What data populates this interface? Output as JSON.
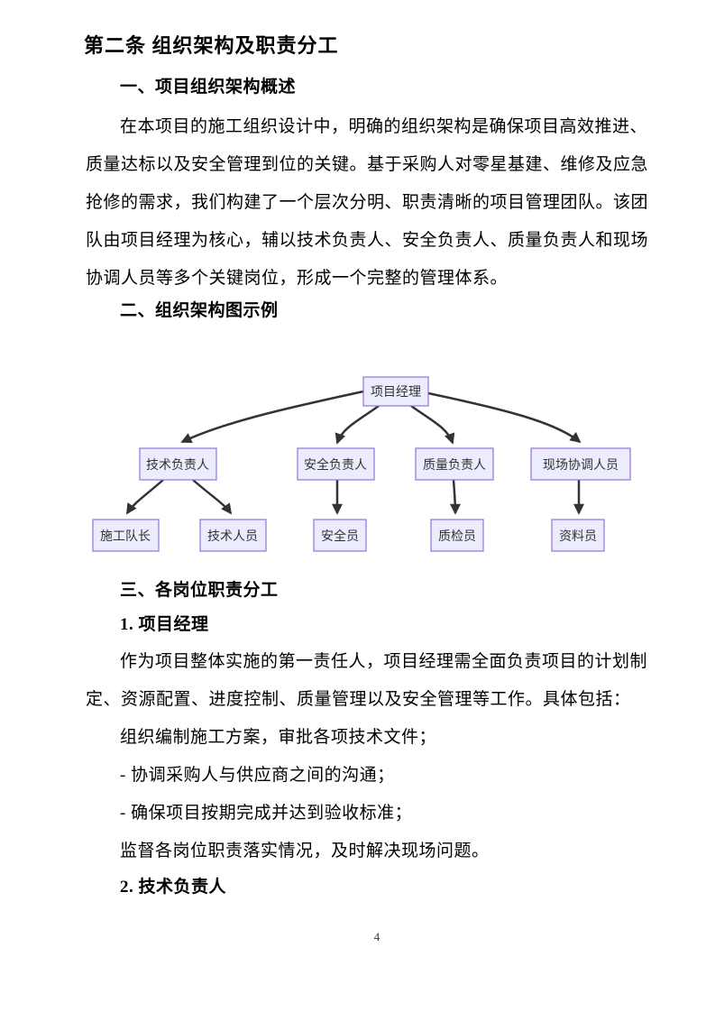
{
  "doc": {
    "heading": "第二条 组织架构及职责分工",
    "section1_title": "一、项目组织架构概述",
    "para1_lines": [
      "在本项目的施工组织设计中，明确的组织架构是确保项目高效推进、",
      "质量达标以及安全管理到位的关键。基于采购人对零星基建、维修及应急",
      "抢修的需求，我们构建了一个层次分明、职责清晰的项目管理团队。该团",
      "队由项目经理为核心，辅以技术负责人、安全负责人、质量负责人和现场",
      "协调人员等多个关键岗位，形成一个完整的管理体系。"
    ],
    "section2_title": "二、组织架构图示例",
    "section3_title": "三、各岗位职责分工",
    "item1_title": "1. 项目经理",
    "item1_lines": [
      "作为项目整体实施的第一责任人，项目经理需全面负责项目的计划制",
      "定、资源配置、进度控制、质量管理以及安全管理等工作。具体包括："
    ],
    "item1_bullets": [
      "组织编制施工方案，审批各项技术文件；",
      "- 协调采购人与供应商之间的沟通；",
      "- 确保项目按期完成并达到验收标准；",
      "监督各岗位职责落实情况，及时解决现场问题。"
    ],
    "item2_title": "2. 技术负责人"
  },
  "chart_data": {
    "type": "flowchart",
    "orientation": "top-down",
    "nodes": [
      {
        "id": "project-manager",
        "label": "项目经理",
        "level": 1
      },
      {
        "id": "tech-lead",
        "label": "技术负责人",
        "level": 2
      },
      {
        "id": "safety-lead",
        "label": "安全负责人",
        "level": 2
      },
      {
        "id": "quality-lead",
        "label": "质量负责人",
        "level": 2
      },
      {
        "id": "site-coordinator",
        "label": "现场协调人员",
        "level": 2
      },
      {
        "id": "construction-foreman",
        "label": "施工队长",
        "level": 3
      },
      {
        "id": "tech-staff",
        "label": "技术人员",
        "level": 3
      },
      {
        "id": "safety-officer",
        "label": "安全员",
        "level": 3
      },
      {
        "id": "quality-inspector",
        "label": "质检员",
        "level": 3
      },
      {
        "id": "document-clerk",
        "label": "资料员",
        "level": 3
      }
    ],
    "edges": [
      [
        "项目经理",
        "技术负责人"
      ],
      [
        "项目经理",
        "安全负责人"
      ],
      [
        "项目经理",
        "质量负责人"
      ],
      [
        "项目经理",
        "现场协调人员"
      ],
      [
        "技术负责人",
        "施工队长"
      ],
      [
        "技术负责人",
        "技术人员"
      ],
      [
        "安全负责人",
        "安全员"
      ],
      [
        "质量负责人",
        "质检员"
      ],
      [
        "现场协调人员",
        "资料员"
      ]
    ],
    "colors": {
      "node_fill": "#ECECFF",
      "node_border": "#9370DB",
      "node_text": "#333333",
      "edge": "#333333"
    }
  },
  "footer": {
    "page_number": "4"
  }
}
